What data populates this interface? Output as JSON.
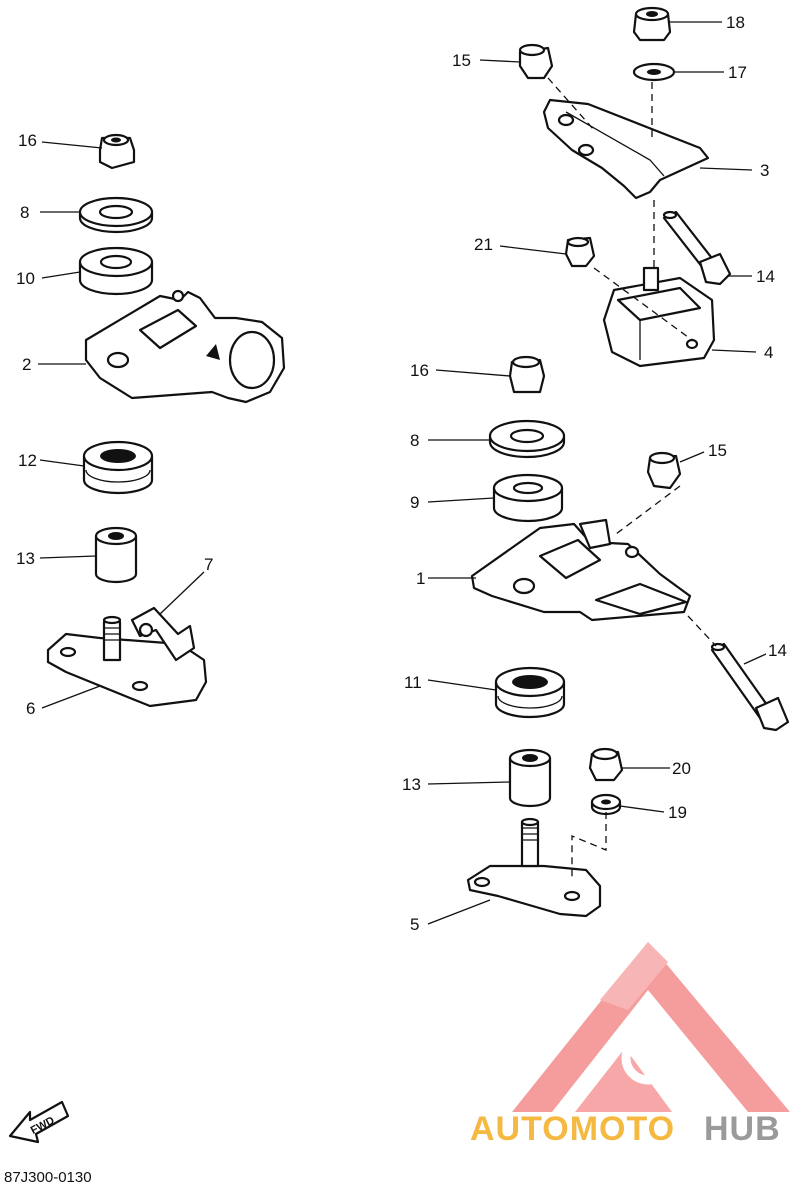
{
  "diagram": {
    "callouts": [
      {
        "id": "c16a",
        "text": "16"
      },
      {
        "id": "c8a",
        "text": "8"
      },
      {
        "id": "c10",
        "text": "10"
      },
      {
        "id": "c2",
        "text": "2"
      },
      {
        "id": "c12",
        "text": "12"
      },
      {
        "id": "c13a",
        "text": "13"
      },
      {
        "id": "c7",
        "text": "7"
      },
      {
        "id": "c6",
        "text": "6"
      },
      {
        "id": "c15a",
        "text": "15"
      },
      {
        "id": "c18",
        "text": "18"
      },
      {
        "id": "c17",
        "text": "17"
      },
      {
        "id": "c3",
        "text": "3"
      },
      {
        "id": "c21",
        "text": "21"
      },
      {
        "id": "c14a",
        "text": "14"
      },
      {
        "id": "c4",
        "text": "4"
      },
      {
        "id": "c16b",
        "text": "16"
      },
      {
        "id": "c8b",
        "text": "8"
      },
      {
        "id": "c9",
        "text": "9"
      },
      {
        "id": "c15b",
        "text": "15"
      },
      {
        "id": "c1",
        "text": "1"
      },
      {
        "id": "c14b",
        "text": "14"
      },
      {
        "id": "c11",
        "text": "11"
      },
      {
        "id": "c13b",
        "text": "13"
      },
      {
        "id": "c20",
        "text": "20"
      },
      {
        "id": "c19",
        "text": "19"
      },
      {
        "id": "c5",
        "text": "5"
      }
    ],
    "fwd_label": "FWD",
    "drawing_code": "87J300-0130"
  },
  "watermark": {
    "part1": "AUTOMOTO",
    "part2": "HUB",
    "color_primary": "#f48d8d",
    "color_secondary": "#f5b942",
    "color_hub": "#9a9a9a"
  }
}
